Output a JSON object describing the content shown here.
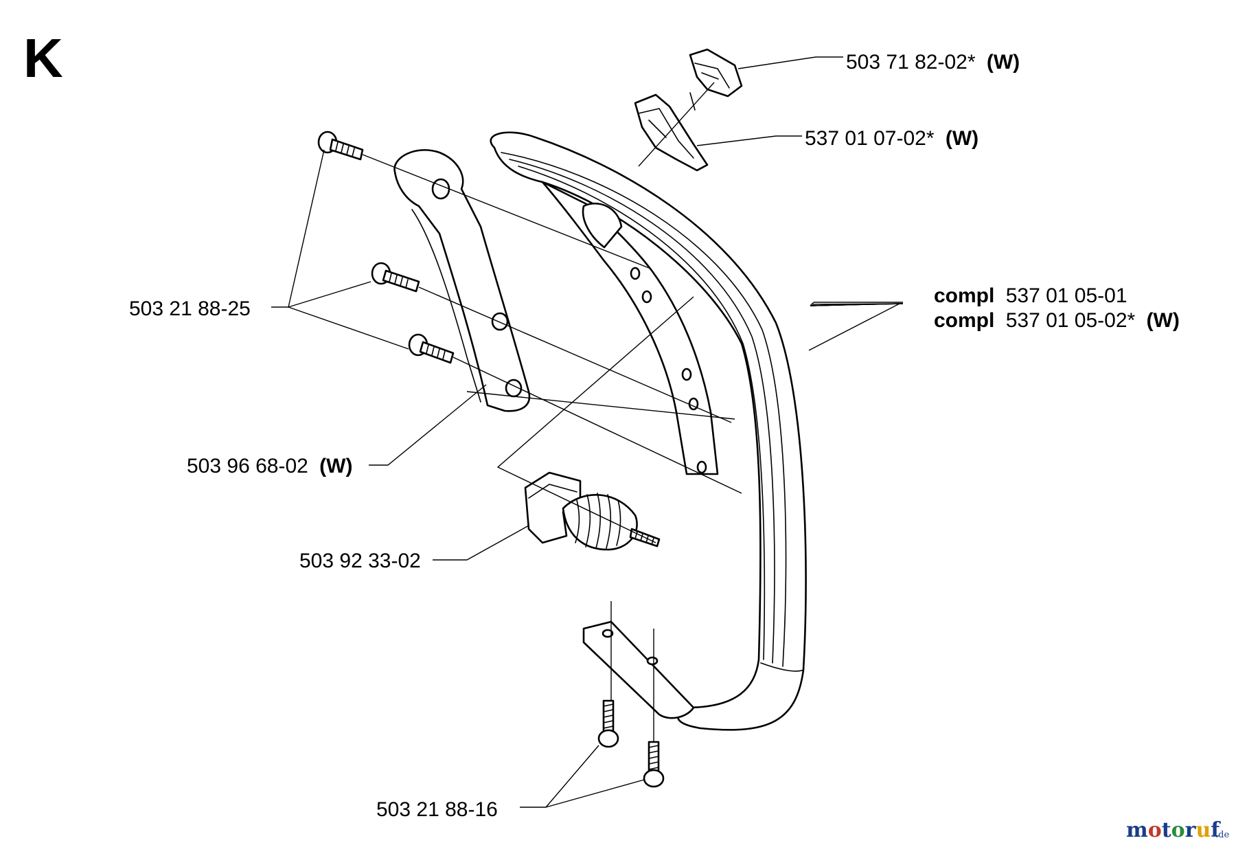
{
  "section_letter": "K",
  "parts": [
    {
      "id": "trigger-cover",
      "number": "503 71 82-02*",
      "suffix": "(W)"
    },
    {
      "id": "switch-holder",
      "number": "537 01 07-02*",
      "suffix": "(W)"
    },
    {
      "id": "handle-compl",
      "lines": [
        {
          "prefix": "compl",
          "number": "537 01 05-01",
          "suffix": ""
        },
        {
          "prefix": "compl",
          "number": "537 01 05-02*",
          "suffix": "(W)"
        }
      ]
    },
    {
      "id": "screw-m5",
      "number": "503 21 88-25",
      "suffix": ""
    },
    {
      "id": "bracket",
      "number": "503 96 68-02",
      "suffix": "(W)"
    },
    {
      "id": "vibration-spring",
      "number": "503 92 33-02",
      "suffix": ""
    },
    {
      "id": "screw-bottom",
      "number": "503 21 88-16",
      "suffix": ""
    }
  ],
  "watermark": {
    "main": "motoruf",
    "suffix": ".de",
    "colors": [
      "#1a3c8a",
      "#c0392b",
      "#1a3c8a",
      "#2e8b3a",
      "#1a3c8a",
      "#e0a000",
      "#1a3c8a"
    ]
  }
}
